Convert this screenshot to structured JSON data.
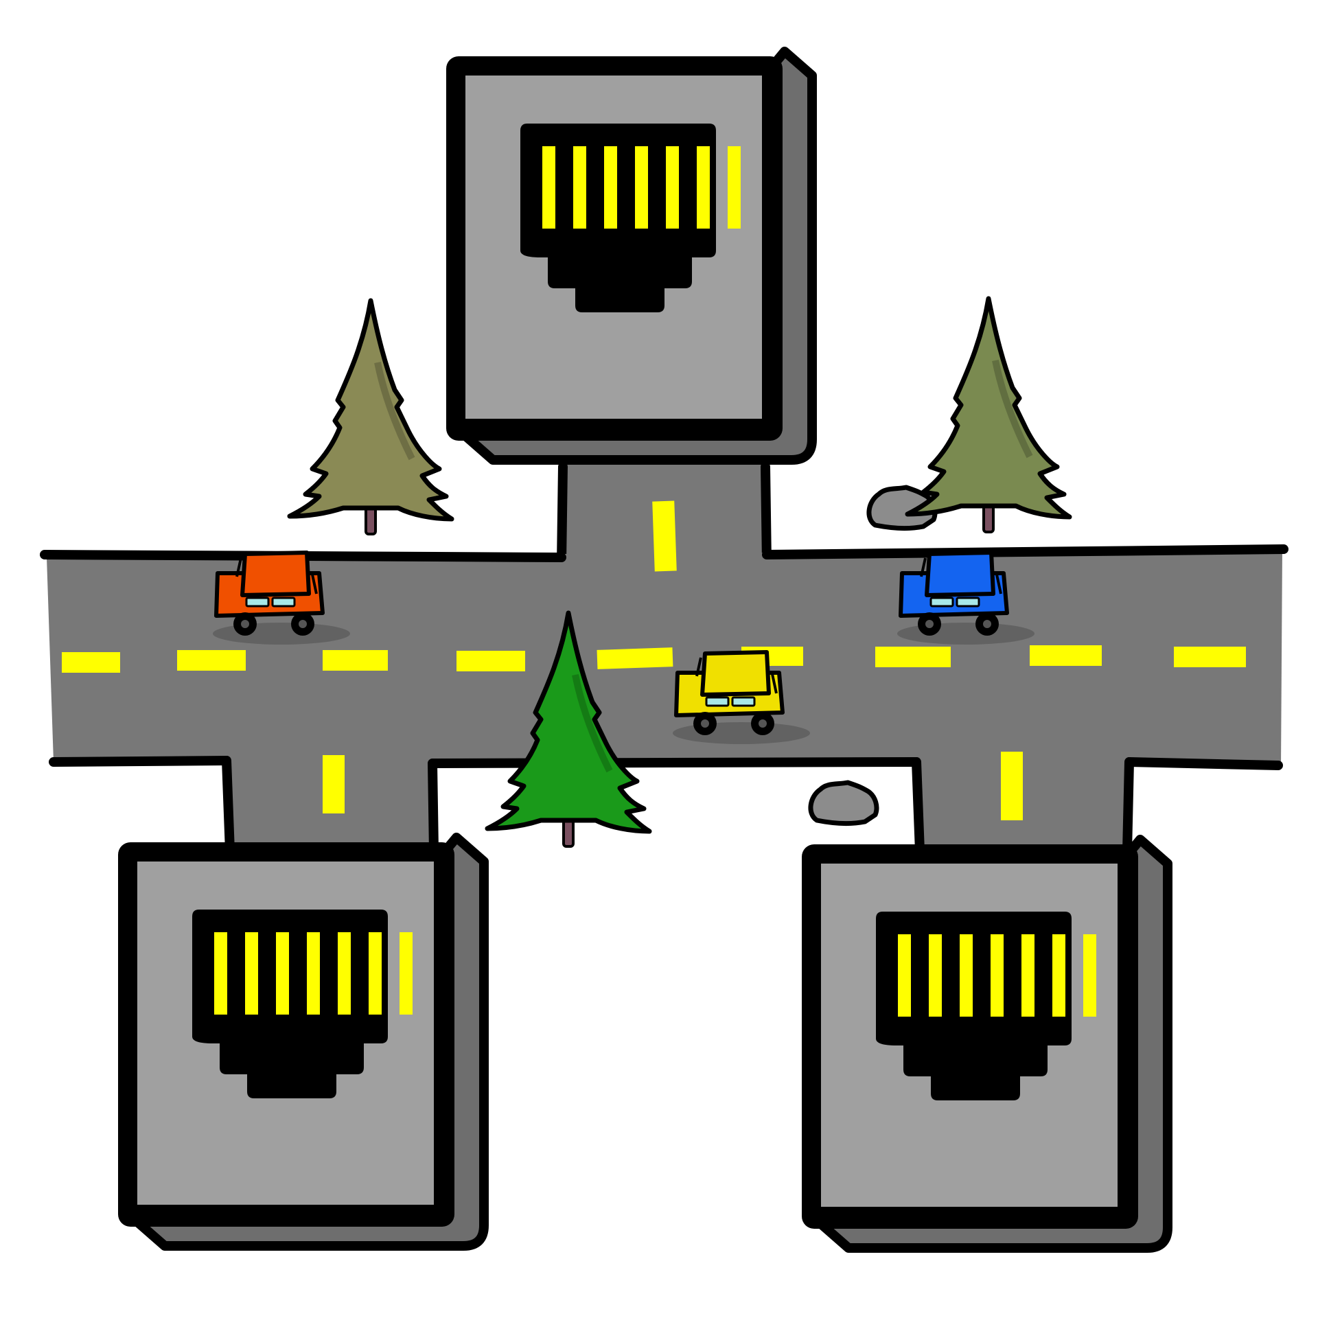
{
  "scene": {
    "background": "#ffffff",
    "road_color": "#787878",
    "lane_marking_color": "#ffff00",
    "outline_color": "#000000"
  },
  "ports": [
    {
      "id": "top",
      "icon": "ethernet-port-icon",
      "face_color": "#a0a0a0",
      "side_color": "#6e6e6e",
      "pins": 7
    },
    {
      "id": "bottom-left",
      "icon": "ethernet-port-icon",
      "face_color": "#a0a0a0",
      "side_color": "#6e6e6e",
      "pins": 7
    },
    {
      "id": "bottom-right",
      "icon": "ethernet-port-icon",
      "face_color": "#a0a0a0",
      "side_color": "#6e6e6e",
      "pins": 7
    }
  ],
  "cars": [
    {
      "id": "orange",
      "icon": "car-icon",
      "color": "#f05000"
    },
    {
      "id": "blue",
      "icon": "car-icon",
      "color": "#1464f0"
    },
    {
      "id": "yellow",
      "icon": "car-icon",
      "color": "#f0e000"
    }
  ],
  "trees": [
    {
      "id": "olive-left",
      "icon": "pine-tree-icon",
      "color": "#8a8a55"
    },
    {
      "id": "olive-right",
      "icon": "pine-tree-icon",
      "color": "#7a8a50"
    },
    {
      "id": "green-center",
      "icon": "pine-tree-icon",
      "color": "#1a9a1a"
    }
  ],
  "rocks": [
    {
      "id": "rock-upper",
      "icon": "rock-icon",
      "color": "#8c8c8c"
    },
    {
      "id": "rock-lower",
      "icon": "rock-icon",
      "color": "#8c8c8c"
    }
  ]
}
